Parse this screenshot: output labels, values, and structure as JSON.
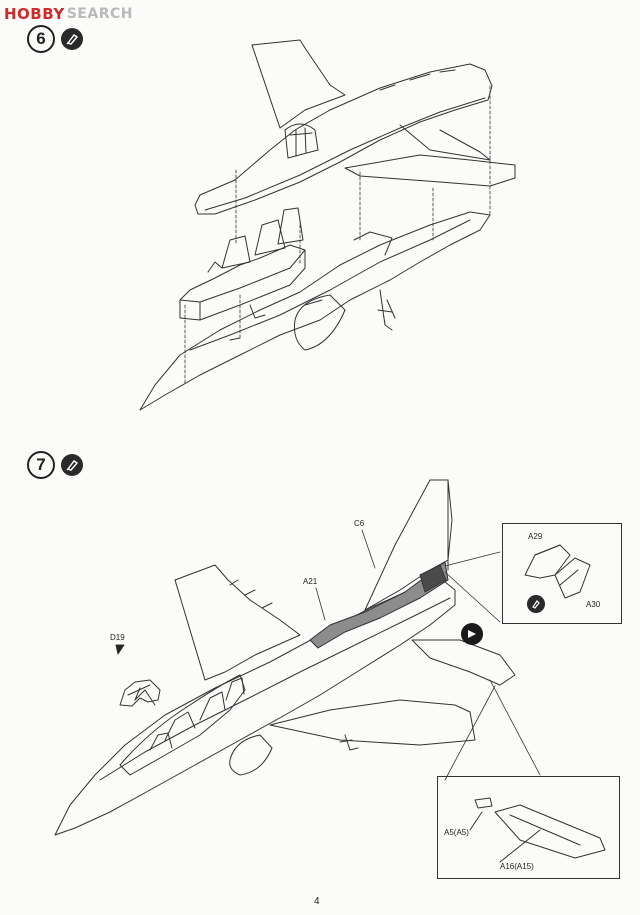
{
  "watermark": {
    "text_brand": "HOBBY",
    "text_rest": "SEARCH"
  },
  "steps": [
    {
      "number": "6"
    },
    {
      "number": "7"
    }
  ],
  "labels": {
    "c6": "C6",
    "a21": "A21",
    "d19": "D19",
    "a29": "A29",
    "a30": "A30",
    "a5": "A5(A5)",
    "a16": "A16(A15)"
  },
  "page_number": "4",
  "icons": {
    "glue": "glue-drop-icon",
    "flip": "flip-over-icon"
  },
  "colors": {
    "line": "#333333",
    "paint_gray": "#8c8c8c",
    "paint_dark": "#4a4a4a"
  }
}
